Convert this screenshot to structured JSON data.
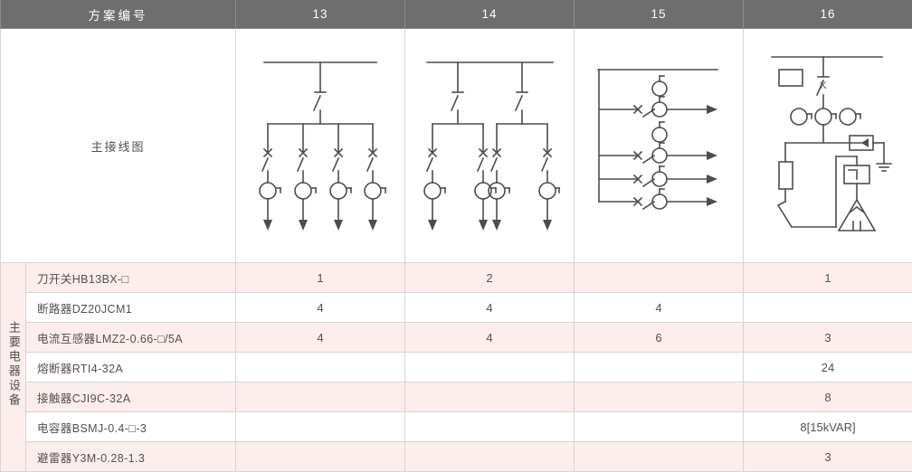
{
  "header": {
    "plan_label": "方案编号",
    "columns": [
      "13",
      "14",
      "15",
      "16"
    ]
  },
  "diagram_row": {
    "title": "主接线图"
  },
  "equipment_section": {
    "vertical_label": "主要电器设备",
    "rows": [
      {
        "label": "刀开关HB13BX-□",
        "values": [
          "1",
          "2",
          "",
          "1"
        ]
      },
      {
        "label": "断路器DZ20JCM1",
        "values": [
          "4",
          "4",
          "4",
          ""
        ]
      },
      {
        "label": "电流互感器LMZ2-0.66-□/5A",
        "values": [
          "4",
          "4",
          "6",
          "3"
        ]
      },
      {
        "label": "熔断器RTI4-32A",
        "values": [
          "",
          "",
          "",
          "24"
        ]
      },
      {
        "label": "接触器CJI9C-32A",
        "values": [
          "",
          "",
          "",
          "8"
        ]
      },
      {
        "label": "电容器BSMJ-0.4-□-3",
        "values": [
          "",
          "",
          "",
          "8[15kVAR]"
        ]
      },
      {
        "label": "避雷器Y3M-0.28-1.3",
        "values": [
          "",
          "",
          "",
          "3"
        ]
      }
    ]
  },
  "schematics": {
    "col13": {
      "name": "single-incoming-four-feeder",
      "description": "母线经刀开关下接四路出线，每路含断路器、隔离开关、电流互感器及出线箭头",
      "branch_count": 4,
      "k_label": ""
    },
    "col14": {
      "name": "dual-incoming-four-feeder",
      "description": "母线经两台刀开关分别下接两路出线，共四路，每路含断路器、隔离开关、电流互感器及出线箭头",
      "branch_count": 4,
      "k_label": ""
    },
    "col15": {
      "name": "vertical-bus-four-feeder",
      "description": "垂直母线引出四路水平馈线，每路含断路器、隔离开关、电流互感器与出线箭头，另设两只独立电流互感器",
      "branch_count": 4,
      "extra_ct_count": 2,
      "k_label": ""
    },
    "col16": {
      "name": "capacitor-compensation-bank",
      "description": "母线经刀开关下接三只电流互感器，设避雷器接地，经熔断器与接触器接三角形连接电容器组",
      "branch_count": 1,
      "ct_count": 3,
      "k_label": "K"
    }
  },
  "colors": {
    "header_bg": "#6e6e6e",
    "header_text": "#ffffff",
    "row_odd_bg": "#fbeeec",
    "row_even_bg": "#ffffff",
    "border": "#d9d4d4",
    "text": "#55504f",
    "line": "#4d4d4d"
  }
}
